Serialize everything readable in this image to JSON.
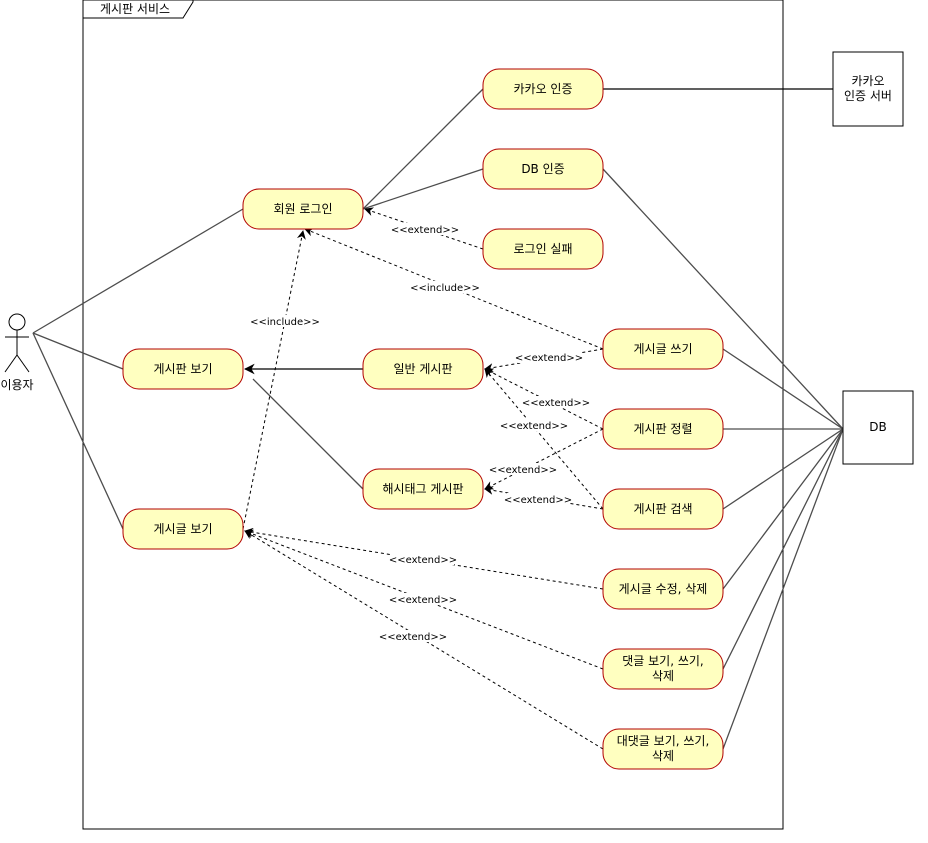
{
  "system": {
    "title": "게시판 서비스"
  },
  "actors": {
    "user": {
      "label": "이용자"
    }
  },
  "external": {
    "kakao": {
      "line1": "카카오",
      "line2": "인증 서버"
    },
    "db": {
      "label": "DB"
    }
  },
  "usecases": {
    "login": "회원 로그인",
    "kakao_auth": "카카오 인증",
    "db_auth": "DB 인증",
    "login_fail": "로그인 실패",
    "board_view": "게시판 보기",
    "general_board": "일반 게시판",
    "hashtag_board": "해시태그 게시판",
    "post_view": "게시글 보기",
    "post_write": "게시글 쓰기",
    "board_sort": "게시판 정렬",
    "board_search": "게시판 검색",
    "post_edit": "게시글 수정, 삭제",
    "comment_line1": "댓글 보기, 쓰기,",
    "comment_line2": "삭제",
    "reply_line1": "대댓글 보기, 쓰기,",
    "reply_line2": "삭제"
  },
  "relations": {
    "extend": "<<extend>>",
    "include": "<<include>>"
  },
  "colors": {
    "usecase_fill": "#ffffc0",
    "usecase_stroke": "#b20000",
    "line": "#4d4d4d"
  }
}
